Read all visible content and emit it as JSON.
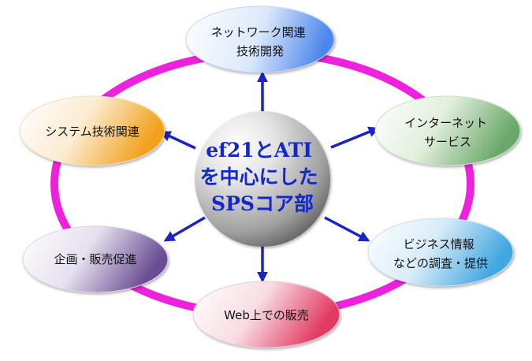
{
  "center": {
    "lines": [
      "ef21とATI",
      "を中心にした",
      "SPSコア部"
    ]
  },
  "nodes": [
    {
      "id": "network",
      "lines": [
        "ネットワーク関連",
        "技術開発"
      ]
    },
    {
      "id": "internet",
      "lines": [
        "インターネット",
        "サービス"
      ]
    },
    {
      "id": "business",
      "lines": [
        "ビジネス情報",
        "などの調査・提供"
      ]
    },
    {
      "id": "web-sales",
      "lines": [
        "Web上での販売"
      ]
    },
    {
      "id": "planning",
      "lines": [
        "企画・販売促進"
      ]
    },
    {
      "id": "system",
      "lines": [
        "システム技術関連"
      ]
    }
  ],
  "colors": {
    "ring": "#ee22dd",
    "arrow": "#1a22c8",
    "center_text": "#1427c8",
    "network": "#4d86ec",
    "internet": "#6aa86a",
    "business": "#41a7e0",
    "web-sales": "#e23a63",
    "planning": "#6b4e94",
    "system": "#f1a21c"
  }
}
